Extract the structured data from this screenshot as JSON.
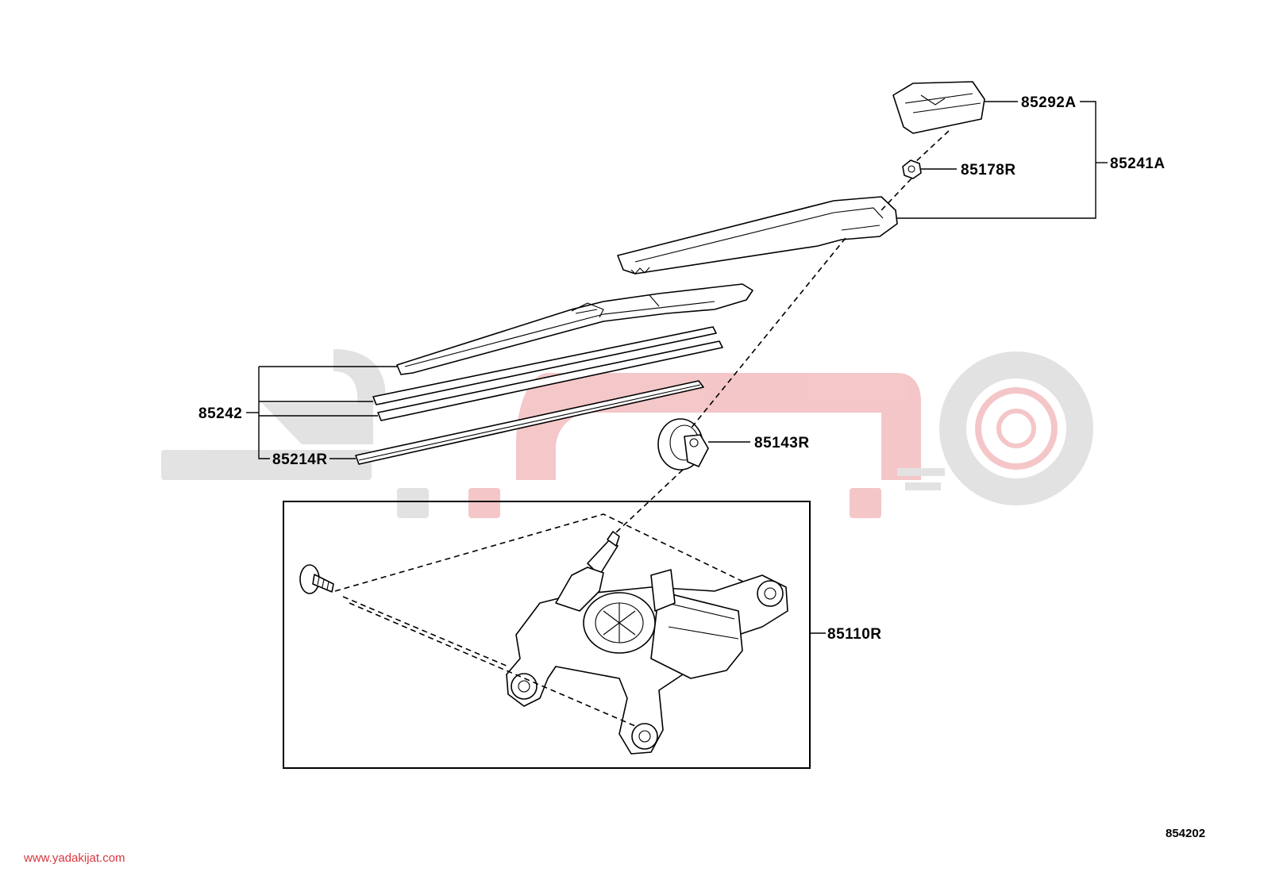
{
  "labels": {
    "cap": "85292A",
    "nut": "85178R",
    "arm_assembly": "85241A",
    "blade_assembly": "85242",
    "blade_rubber": "85214R",
    "grommet": "85143R",
    "motor": "85110R"
  },
  "footer": {
    "website": "www.yadakijat.com",
    "figure_code": "854202"
  },
  "watermark": {
    "color_red": "#d9363e",
    "color_gray": "#cfcfcf"
  }
}
